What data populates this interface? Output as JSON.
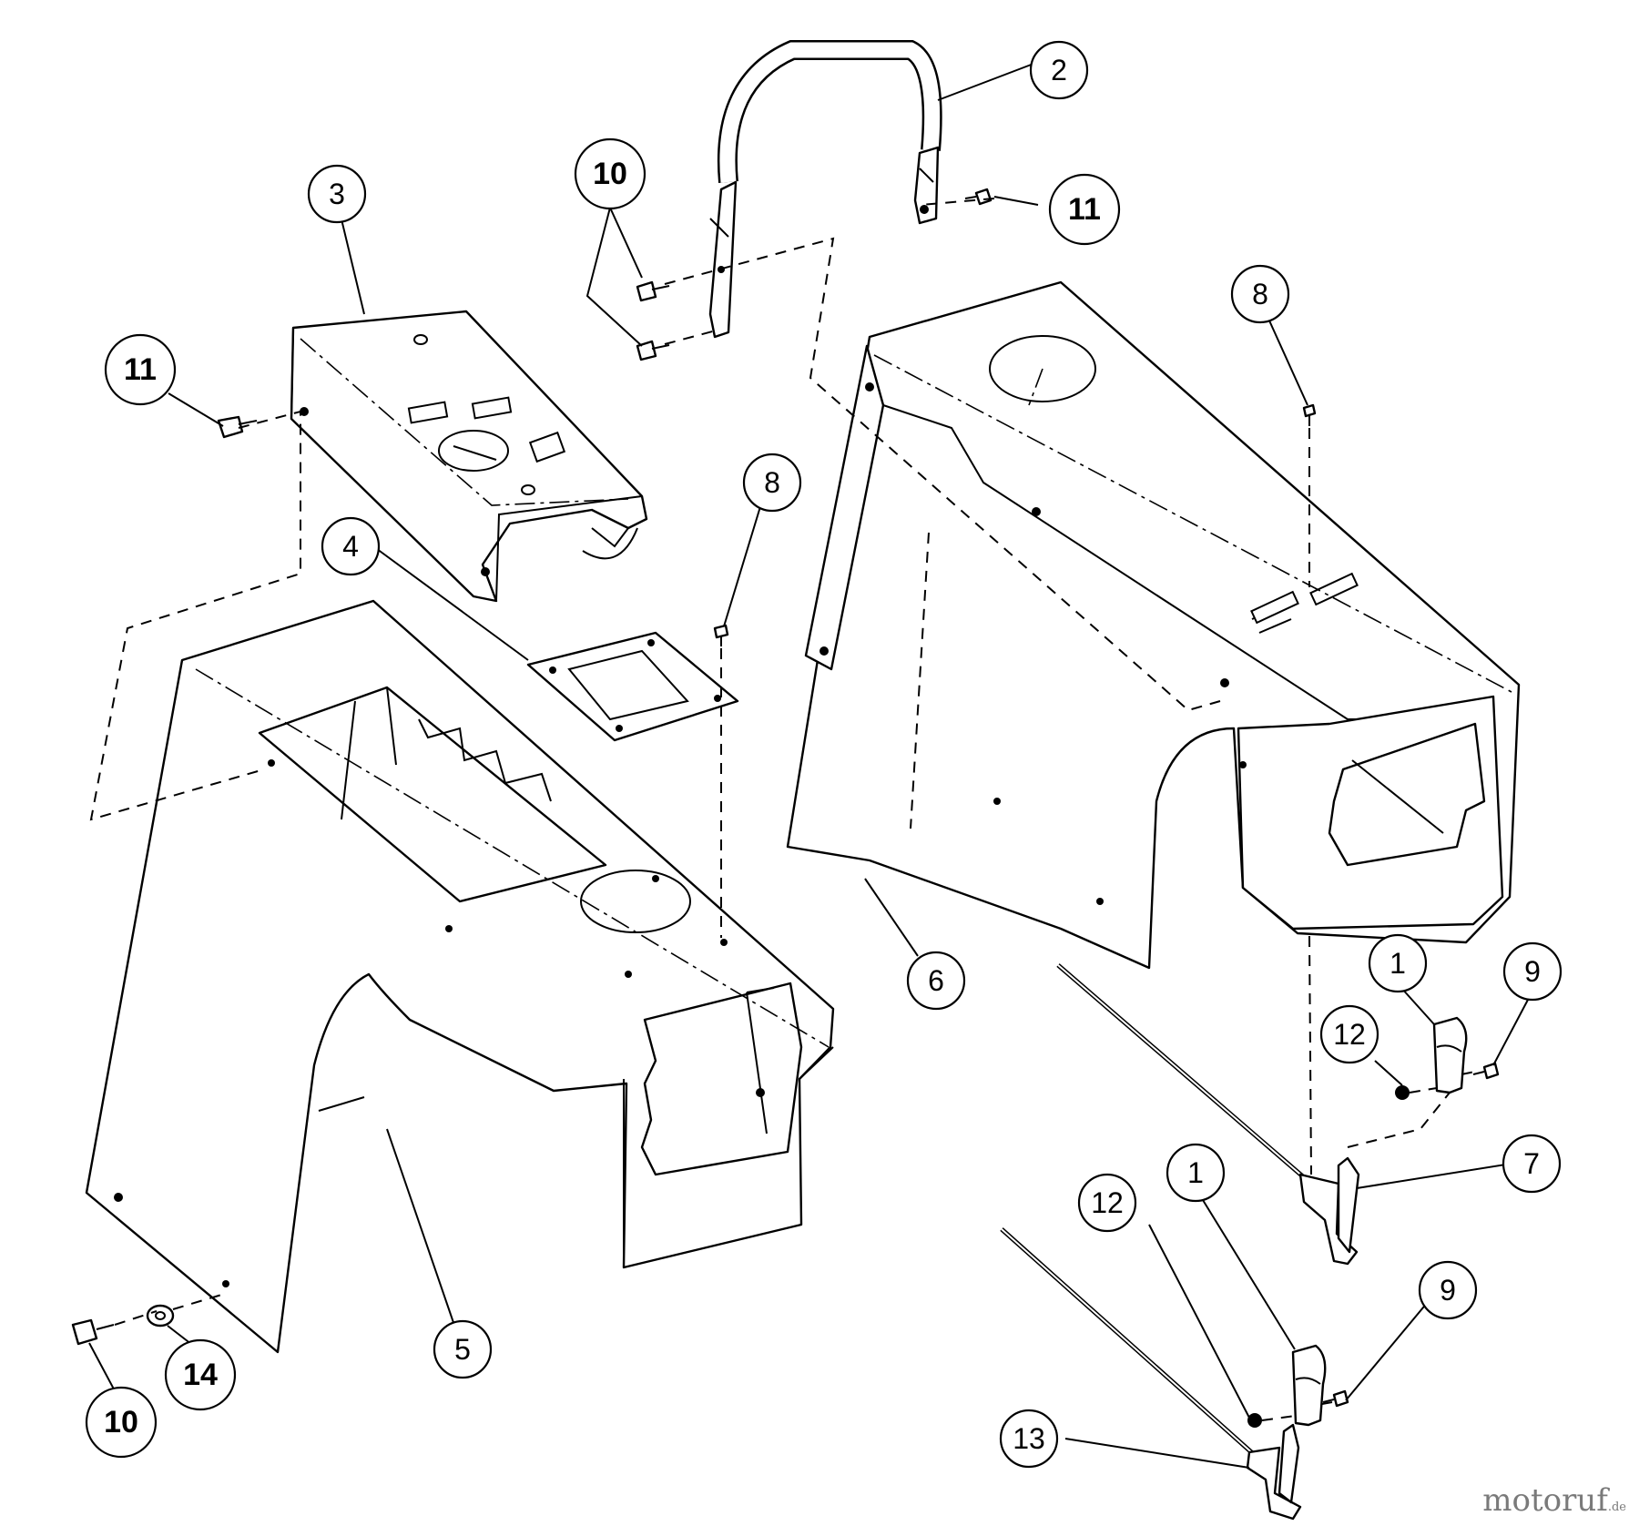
{
  "callouts": {
    "c1a": "1",
    "c1b": "1",
    "c2": "2",
    "c3": "3",
    "c4": "4",
    "c5": "5",
    "c6": "6",
    "c7": "7",
    "c8a": "8",
    "c8b": "8",
    "c9a": "9",
    "c9b": "9",
    "c10a": "10",
    "c10b": "10",
    "c11a": "11",
    "c11b": "11",
    "c12a": "12",
    "c12b": "12",
    "c13": "13",
    "c14": "14"
  },
  "watermark": {
    "brand": "motoruf",
    "suffix": ".de"
  }
}
